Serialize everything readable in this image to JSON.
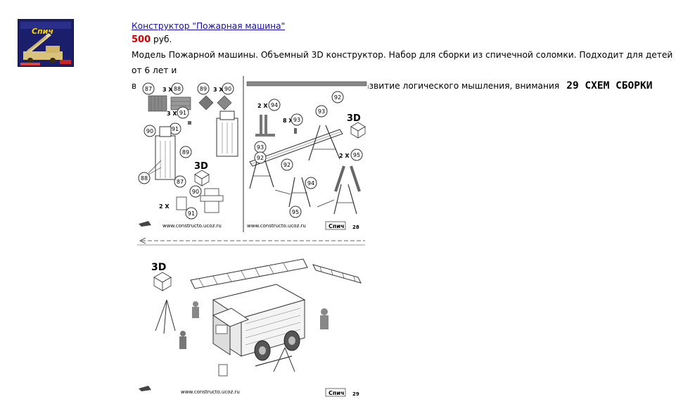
{
  "product": {
    "title": "Конструктор \"Пожарная машина\"",
    "price_value": "500",
    "price_unit": "руб.",
    "description_line1": "Модель Пожарной машины. Объемный 3D конструктор. Набор для сборки из спичечной соломки. Подходит для детей от 6 лет и",
    "description_line2": "взрослых. Оригинальный подарок. Направлен на развитие логического мышления, внимания",
    "schemes_label": "29 СХЕМ СБОРКИ"
  },
  "box": {
    "brand": "Спич"
  },
  "instructions": {
    "top_left": {
      "parts": [
        "87",
        "3 X",
        "88",
        "89",
        "3 X",
        "90",
        "3 X",
        "91",
        "90",
        "91",
        "89",
        "88",
        "87",
        "90",
        "2 X",
        "91"
      ],
      "badge_3d": "3D",
      "website": "www.constructo.ucoz.ru"
    },
    "top_right": {
      "parts": [
        "92",
        "2 X",
        "94",
        "8 X",
        "93",
        "93",
        "93",
        "92",
        "94",
        "2 X",
        "95",
        "95"
      ],
      "badge_3d": "3D",
      "website": "www.constructo.ucoz.ru",
      "brand": "Спич",
      "page": "28"
    },
    "bottom": {
      "badge_3d": "3D",
      "website": "www.constructo.ucoz.ru",
      "brand": "Спич",
      "page": "29"
    }
  },
  "colors": {
    "link": "#1a0dab",
    "price": "#cc0000"
  }
}
